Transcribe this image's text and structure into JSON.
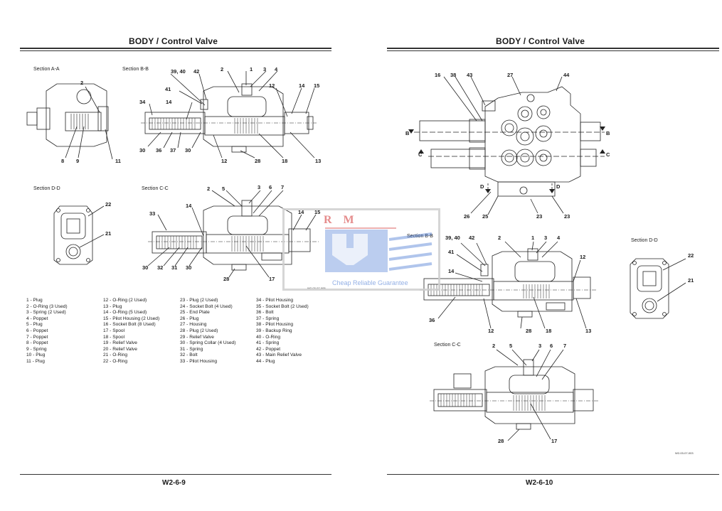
{
  "left": {
    "title": "BODY / Control Valve",
    "footer": "W2-6-9",
    "sections": {
      "aa": "Section A-A",
      "bb": "Section B-B",
      "dd": "Section D-D",
      "cc": "Section C-C"
    },
    "code": "W2-03-07-005",
    "callouts": {
      "aa_2": "2",
      "aa_8": "8",
      "aa_9": "9",
      "aa_11": "11",
      "bb_3940": "39, 40",
      "bb_42": "42",
      "bb_2": "2",
      "bb_1": "1",
      "bb_3": "3",
      "bb_4": "4",
      "bb_41": "41",
      "bb_12a": "12",
      "bb_14a": "14",
      "bb_15": "15",
      "bb_34": "34",
      "bb_14b": "14",
      "bb_30": "30",
      "bb_36": "36",
      "bb_37": "37",
      "bb_30b": "30",
      "bb_12b": "12",
      "bb_28": "28",
      "bb_18": "18",
      "bb_13": "13",
      "dd_22": "22",
      "dd_21": "21",
      "cc_2": "2",
      "cc_5": "5",
      "cc_3": "3",
      "cc_6": "6",
      "cc_7": "7",
      "cc_33": "33",
      "cc_14a": "14",
      "cc_14b": "14",
      "cc_15": "15",
      "cc_30": "30",
      "cc_32": "32",
      "cc_31": "31",
      "cc_30b": "30",
      "cc_28": "28",
      "cc_17": "17"
    },
    "parts": [
      [
        "1 -  Plug",
        "2 -  O-Ring (3 Used)",
        "3 -  Spring (2 Used)",
        "4 -  Poppet",
        "5 -  Plug",
        "6 -  Poppet",
        "7 -  Poppet",
        "8 -  Poppet",
        "9 -  Spring",
        "10 -  Plug",
        "11 -  Plug"
      ],
      [
        "12 -  O-Ring (2 Used)",
        "13 -  Plug",
        "14 -  O-Ring (5 Used)",
        "15 -  Pilot Housing (2 Used)",
        "16 -  Socket Bolt (8 Used)",
        "17 -  Spool",
        "18 -  Spool",
        "19 -  Relief Valve",
        "20 -  Relief Valve",
        "21 -  O-Ring",
        "22 -  O-Ring"
      ],
      [
        "23 -  Plug (2 Used)",
        "24 -  Socket Bolt (4 Used)",
        "25 -  End Plate",
        "26 -  Plug",
        "27 -  Housing",
        "28 -  Plug (2 Used)",
        "29 -  Relief Valve",
        "30 -  Spring Collar (4 Used)",
        "31 -  Spring",
        "32 -  Bolt",
        "33 -  Pilot Housing"
      ],
      [
        "34 -  Pilot Housing",
        "35 -  Socket Bolt (2 Used)",
        "36 -  Bolt",
        "37 -  Spring",
        "38 -  Pilot Housing",
        "39 -  Backup Ring",
        "40 -  O-Ring",
        "41 -  Spring",
        "42 -  Poppet",
        "43 -  Main Relief Valve",
        "44 -  Plug"
      ]
    ]
  },
  "right": {
    "title": "BODY / Control Valve",
    "footer": "W2-6-10",
    "sections": {
      "bb": "Section B-B",
      "dd": "Section D-D",
      "cc": "Section C-C"
    },
    "code": "W2-03-07-003",
    "callouts": {
      "t_16": "16",
      "t_38": "38",
      "t_43": "43",
      "t_27": "27",
      "t_44": "44",
      "t_b1": "B",
      "t_b2": "B",
      "t_c1": "C",
      "t_c2": "C",
      "t_d1": "D",
      "t_d2": "D",
      "t_26": "26",
      "t_25": "25",
      "t_23a": "23",
      "t_23b": "23",
      "bb_3940": "39, 40",
      "bb_42": "42",
      "bb_2": "2",
      "bb_1": "1",
      "bb_3": "3",
      "bb_4": "4",
      "bb_41": "41",
      "bb_12": "12",
      "bb_14": "14",
      "bb_36": "36",
      "bb_12b": "12",
      "bb_28": "28",
      "bb_18": "18",
      "bb_13": "13",
      "dd_22": "22",
      "dd_21": "21",
      "cc_2": "2",
      "cc_5": "5",
      "cc_3": "3",
      "cc_6": "6",
      "cc_7": "7",
      "cc_28": "28",
      "cc_17": "17"
    }
  },
  "watermark": {
    "logo": "R M",
    "tagline": "Cheap Reliable Guarantee"
  }
}
